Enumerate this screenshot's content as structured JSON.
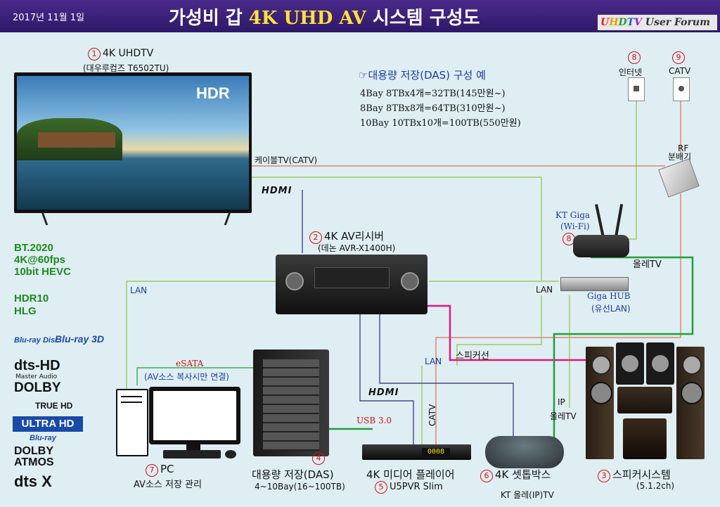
{
  "header": {
    "date": "2017년 11월 1일",
    "title_pre": "가성비 갑 ",
    "title_hl": "4K UHD AV",
    "title_post": " 시스템 구성도",
    "forum_u": "U",
    "forum_h": "H",
    "forum_d": "D",
    "forum_t": "T",
    "forum_v": "V",
    "forum_rest": " User Forum"
  },
  "tv": {
    "num": "1",
    "name": "4K UHDTV",
    "model": "(대우루컴즈 T6502TU)",
    "badge": "HDR"
  },
  "das_info": {
    "title": "☞대용량 저장(DAS) 구성 예",
    "lines": [
      "4Bay 8TBx4개=32TB(145만원~)",
      "8Bay 8TBx8개=64TB(310만원~)",
      "10Bay 10TBx10개=100TB(550만원)"
    ]
  },
  "internet": {
    "num": "8",
    "label": "인터넷"
  },
  "catv_outlet": {
    "num": "9",
    "label": "CATV"
  },
  "splitter": {
    "label1": "RF",
    "label2": "분배기"
  },
  "cable_label": "케이블TV(CATV)",
  "hdmi_top": "HDMI",
  "receiver": {
    "num": "2",
    "name": "4K AV리시버",
    "model": "(데논 AVR-X1400H)"
  },
  "router": {
    "name1": "KT Giga",
    "name2": "(Wi-Fi)",
    "num": "8"
  },
  "olle_tv": "올레TV",
  "hub": {
    "lan": "LAN",
    "name1": "Giga HUB",
    "name2": "(유선LAN)"
  },
  "specs": [
    "BT.2020",
    "4K@60fps",
    "10bit HEVC",
    "",
    "HDR10",
    "HLG"
  ],
  "logos": {
    "bluray": "Blu-ray Disc",
    "bluray3d": "Blu-ray 3D",
    "dts_hd": "dts-HD",
    "dts_hd_sub": "Master Audio",
    "dolby": "DOLBY",
    "truehd": "TRUE HD",
    "ultrahd": "ULTRA HD",
    "ultrahd_sub": "Blu-ray",
    "atmos": "DOLBY ATMOS",
    "dtsx": "dts X"
  },
  "lan_left": "LAN",
  "speaker_cable": "스피커선",
  "esata": {
    "label": "eSATA",
    "note": "(AV소스 복사시만 연결)"
  },
  "lan_mid": "LAN",
  "hdmi_mid": "HDMI",
  "usb": "USB 3.0",
  "catv_vertical": "CATV",
  "ip_label": "IP",
  "olle_tv2": "올레TV",
  "pc": {
    "num": "7",
    "name": "PC",
    "desc": "AV소스 저장 관리"
  },
  "das": {
    "num": "4",
    "name": "대용량 저장(DAS)",
    "desc": "4~10Bay(16~100TB)"
  },
  "player": {
    "name": "4K 미디어 플레이어",
    "num": "5",
    "model": "U5PVR Slim",
    "display": "0008"
  },
  "settop": {
    "num": "6",
    "name": "4K 셋톱박스",
    "desc": "KT 올레(IP)TV"
  },
  "speakers": {
    "num": "3",
    "name": "스피커시스템",
    "desc": "(5.1.2ch)"
  },
  "colors": {
    "lan": "#8dc63f",
    "hdmi": "#2a2a7a",
    "catv": "#e07050",
    "speaker": "#e0187a",
    "ip": "#1fa03a",
    "usb": "#1fa03a"
  }
}
